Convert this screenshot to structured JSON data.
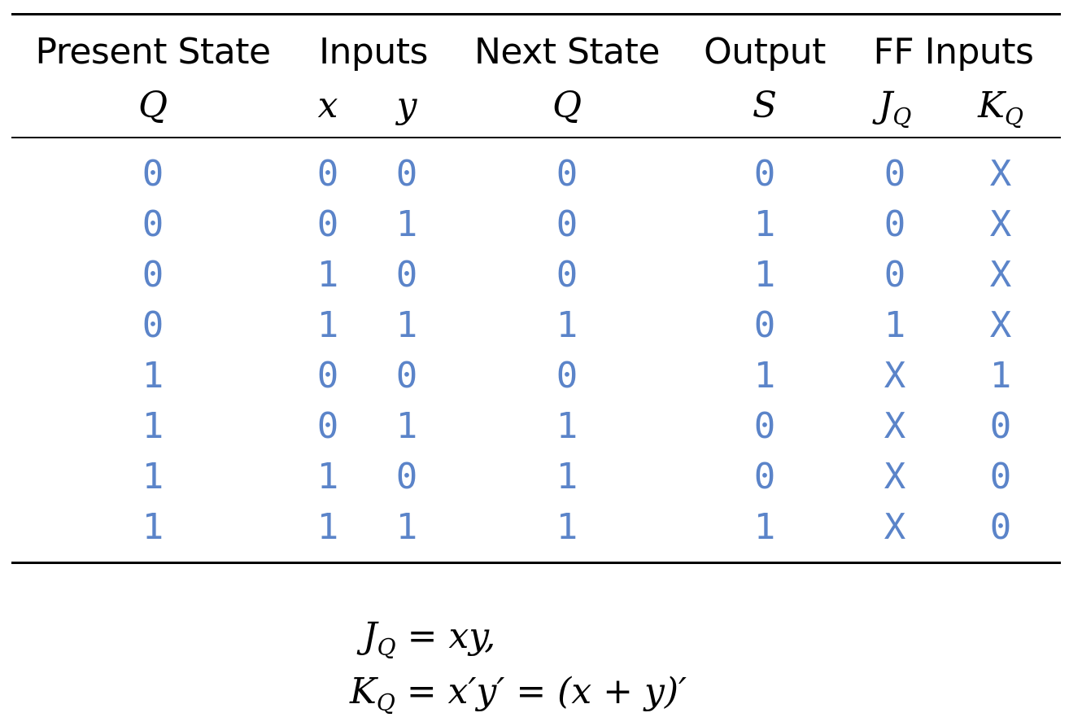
{
  "table": {
    "headers": [
      "Present State",
      "Inputs",
      "Next State",
      "Output",
      "FF Inputs"
    ],
    "variables": {
      "present_q": "Q",
      "x": "x",
      "y": "y",
      "next_q": "Q",
      "s": "S",
      "jq_base": "J",
      "jq_sub": "Q",
      "kq_base": "K",
      "kq_sub": "Q"
    },
    "rows": [
      [
        "0",
        "0",
        "0",
        "0",
        "0",
        "0",
        "X"
      ],
      [
        "0",
        "0",
        "1",
        "0",
        "1",
        "0",
        "X"
      ],
      [
        "0",
        "1",
        "0",
        "0",
        "1",
        "0",
        "X"
      ],
      [
        "0",
        "1",
        "1",
        "1",
        "0",
        "1",
        "X"
      ],
      [
        "1",
        "0",
        "0",
        "0",
        "1",
        "X",
        "1"
      ],
      [
        "1",
        "0",
        "1",
        "1",
        "0",
        "X",
        "0"
      ],
      [
        "1",
        "1",
        "0",
        "1",
        "0",
        "X",
        "0"
      ],
      [
        "1",
        "1",
        "1",
        "1",
        "1",
        "X",
        "0"
      ]
    ]
  },
  "equations": [
    {
      "lhs_base": "J",
      "lhs_sub": "Q",
      "rhs": " = xy,"
    },
    {
      "lhs_base": "K",
      "lhs_sub": "Q",
      "rhs": " = x′y′ = (x + y)′"
    }
  ],
  "colors": {
    "value_text": "#5b84c9",
    "rules": "#000000"
  }
}
